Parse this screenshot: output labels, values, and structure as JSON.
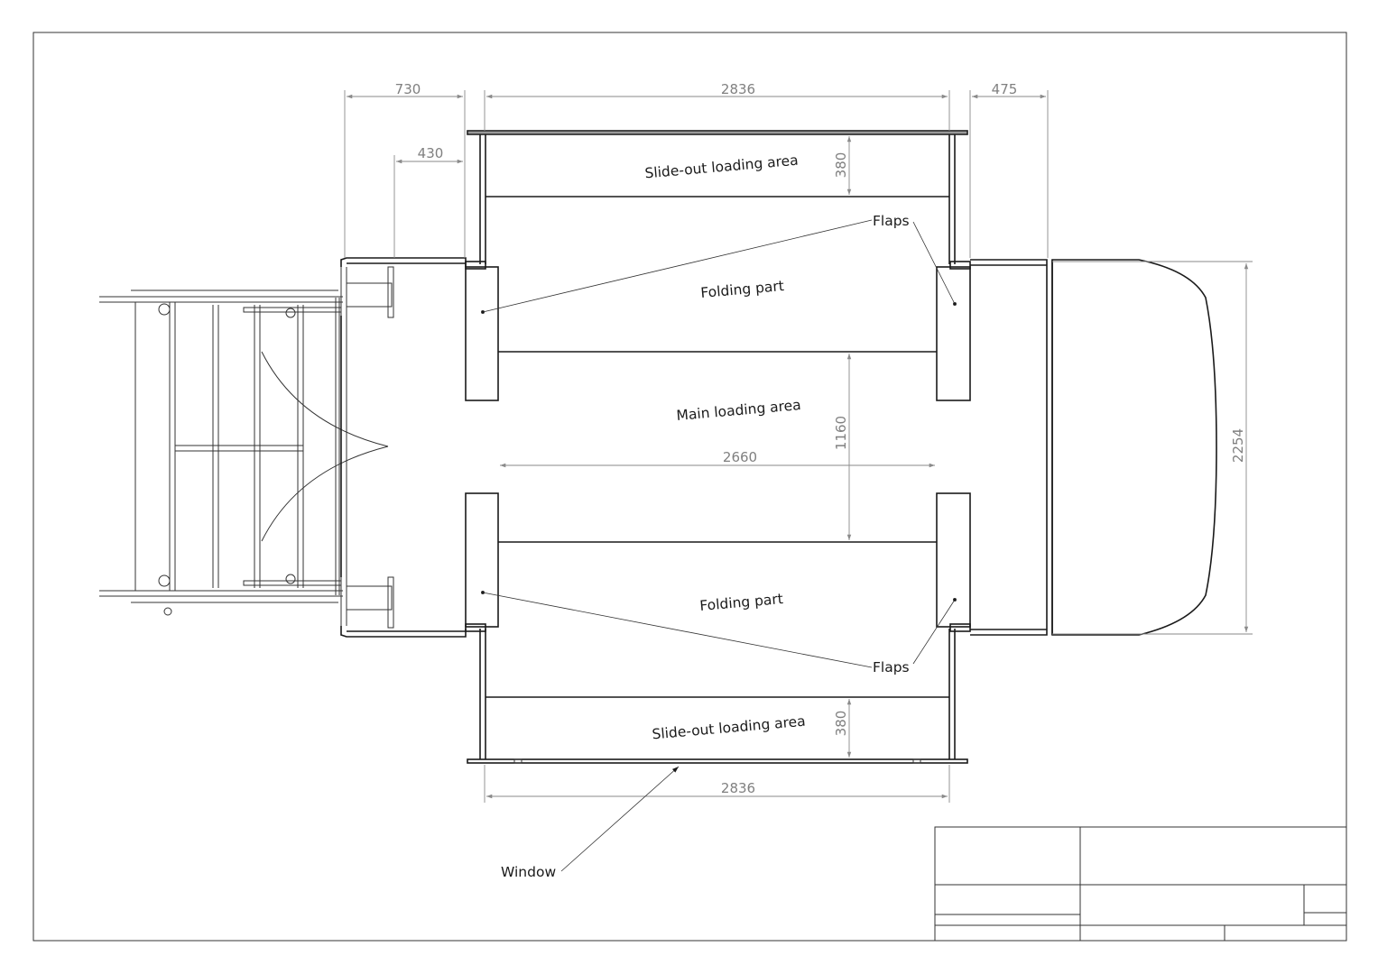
{
  "labels": {
    "slide_out_top": "Slide-out loading area",
    "slide_out_bottom": "Slide-out loading area",
    "folding_part_top": "Folding part",
    "folding_part_bottom": "Folding part",
    "main_loading_area": "Main loading area",
    "flaps_top": "Flaps",
    "flaps_bottom": "Flaps",
    "window": "Window"
  },
  "dimensions": {
    "d730": "730",
    "d430": "430",
    "d2836_top": "2836",
    "d475": "475",
    "d380_top": "380",
    "d1160": "1160",
    "d2660": "2660",
    "d2254": "2254",
    "d380_bottom": "380",
    "d2836_bottom": "2836"
  },
  "colors": {
    "line": "#1a1a1a",
    "dimension": "#8a8a8a",
    "background": "#ffffff"
  }
}
